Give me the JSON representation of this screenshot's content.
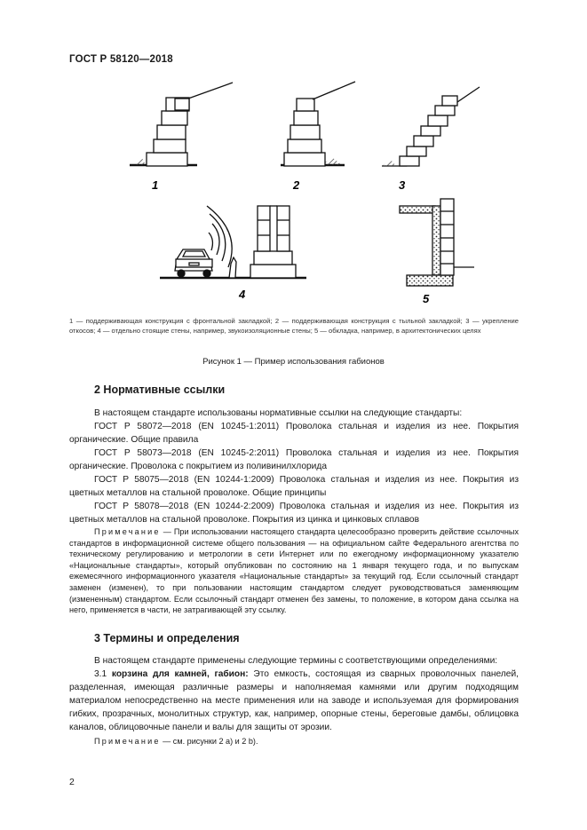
{
  "header": {
    "standard": "ГОСТ Р 58120—2018"
  },
  "figure": {
    "labels": [
      "1",
      "2",
      "3",
      "4",
      "5"
    ],
    "legend": "1 — поддерживающая конструкция с фронтальной закладкой; 2 — поддерживающая конструкция с тыльной закладкой; 3 — укрепление откосов; 4 — отдельно стоящие стены, например, звукоизоляционные стены; 5 — обкладка, например, в архитектонических целях",
    "title": "Рисунок 1 — Пример использования габионов"
  },
  "section2": {
    "heading": "2 Нормативные ссылки",
    "intro": "В настоящем стандарте использованы нормативные ссылки на следующие стандарты:",
    "refs": [
      "ГОСТ Р 58072—2018 (EN 10245-1:2011) Проволока стальная и изделия из нее. Покрытия органические. Общие правила",
      "ГОСТ Р 58073—2018 (EN 10245-2:2011) Проволока стальная и изделия из нее. Покрытия органические. Проволока с покрытием из поливинилхлорида",
      "ГОСТ Р 58075—2018 (EN 10244-1:2009) Проволока стальная и изделия из нее. Покрытия из цветных металлов на стальной проволоке. Общие принципы",
      "ГОСТ Р 58078—2018 (EN 10244-2:2009) Проволока стальная и изделия из нее. Покрытия из цветных металлов на стальной проволоке. Покрытия из цинка и цинковых сплавов"
    ],
    "note_label": "Примечание",
    "note_text": " — При использовании настоящего стандарта целесообразно проверить действие ссылочных стандартов в информационной системе общего пользования — на официальном сайте Федерального агентства по техническому регулированию и метрологии в сети Интернет или по ежегодному информационному указателю «Национальные стандарты», который опубликован по состоянию на 1 января текущего года, и по выпускам ежемесячного информационного указателя «Национальные стандарты» за текущий год. Если ссылочный стандарт заменен (изменен), то при пользовании настоящим стандартом следует руководствоваться заменяющим (измененным) стандартом. Если ссылочный стандарт отменен без замены, то положение, в котором дана ссылка на него, применяется в части, не затрагивающей эту ссылку."
  },
  "section3": {
    "heading": "3 Термины и определения",
    "intro": "В настоящем стандарте применены следующие термины с соответствующими определениями:",
    "term_number": "3.1",
    "term": "корзина для камней, габион:",
    "definition": " Это емкость, состоящая из сварных проволочных панелей, разделенная, имеющая различные размеры и наполняемая камнями или другим подходящим материалом непосредственно на месте применения или на заводе и используемая для формирования гибких, прозрачных, монолитных структур, как, например, опорные стены, береговые дамбы, облицовка каналов, облицовочные панели и валы для защиты от эрозии.",
    "note_label": "Примечание",
    "note_text": " — см. рисунки 2 а) и 2 b)."
  },
  "page_number": "2"
}
